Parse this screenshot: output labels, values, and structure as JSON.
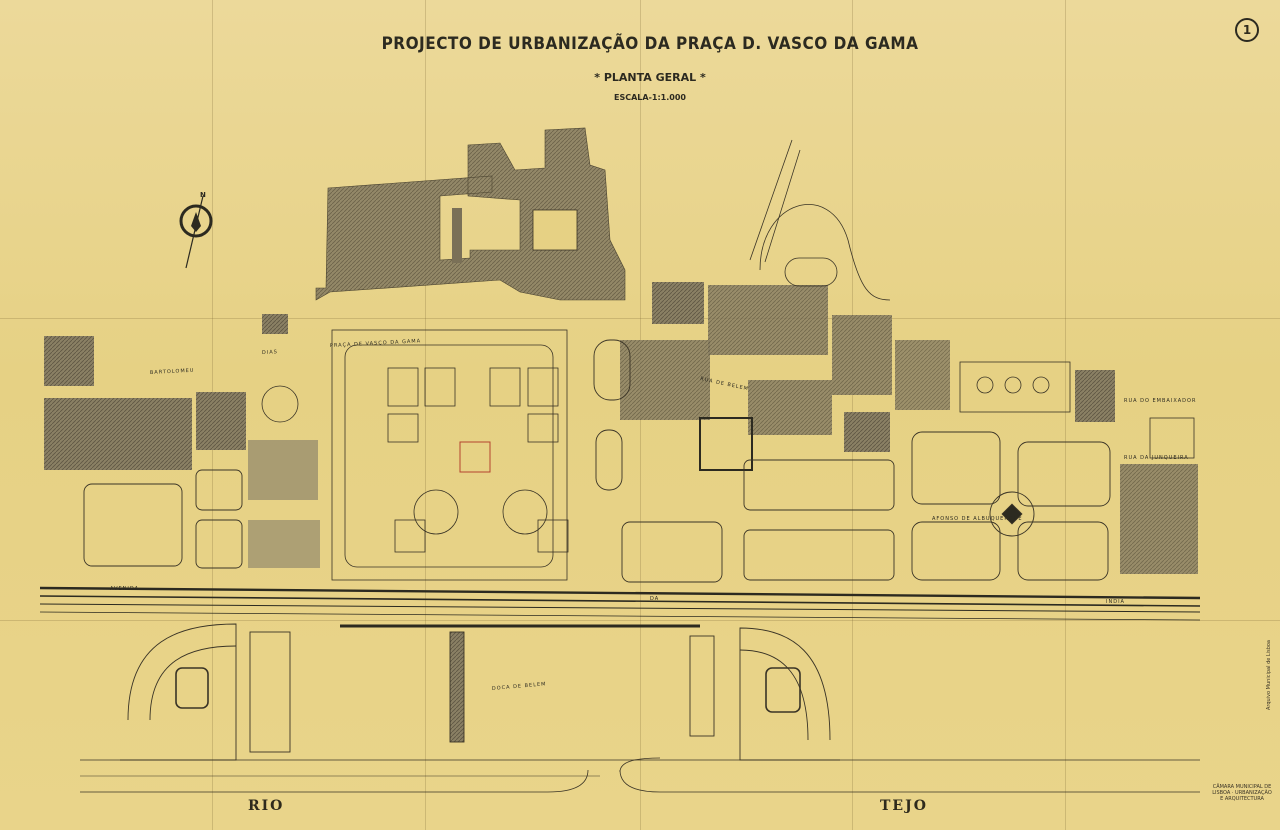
{
  "map": {
    "title": "PROJECTO DE URBANIZAÇÃO DA PRAÇA D. VASCO DA GAMA",
    "subtitle": "* PLANTA GERAL *",
    "scale": "ESCALA-1:1.000",
    "sheet_number": "1",
    "north_label": "N",
    "water_labels": {
      "left": "RIO",
      "right": "TEJO"
    },
    "dock_label": "DOCA  DE  BELEM",
    "streets": [
      {
        "label": "PRAÇA  DE  VASCO  DA  GAMA"
      },
      {
        "label": "BARTOLOMEU"
      },
      {
        "label": "DIAS"
      },
      {
        "label": "AVENIDA"
      },
      {
        "label": "DA"
      },
      {
        "label": "INDIA"
      },
      {
        "label": "RUA  DE  BELEM"
      },
      {
        "label": "RUA DO EMBAIXADOR"
      },
      {
        "label": "RUA DA JUNQUEIRA"
      },
      {
        "label": "AFONSO  DE  ALBUQUERQUE"
      }
    ],
    "stamp": "CÂMARA MUNICIPAL DE LISBOA · URBANIZAÇÃO E ARQUITECTURA",
    "archive_note": "Arquivo Municipal de Lisboa"
  },
  "colors": {
    "paper": "#e8d58e",
    "ink": "#2c2a20",
    "building": "#7a7057"
  }
}
